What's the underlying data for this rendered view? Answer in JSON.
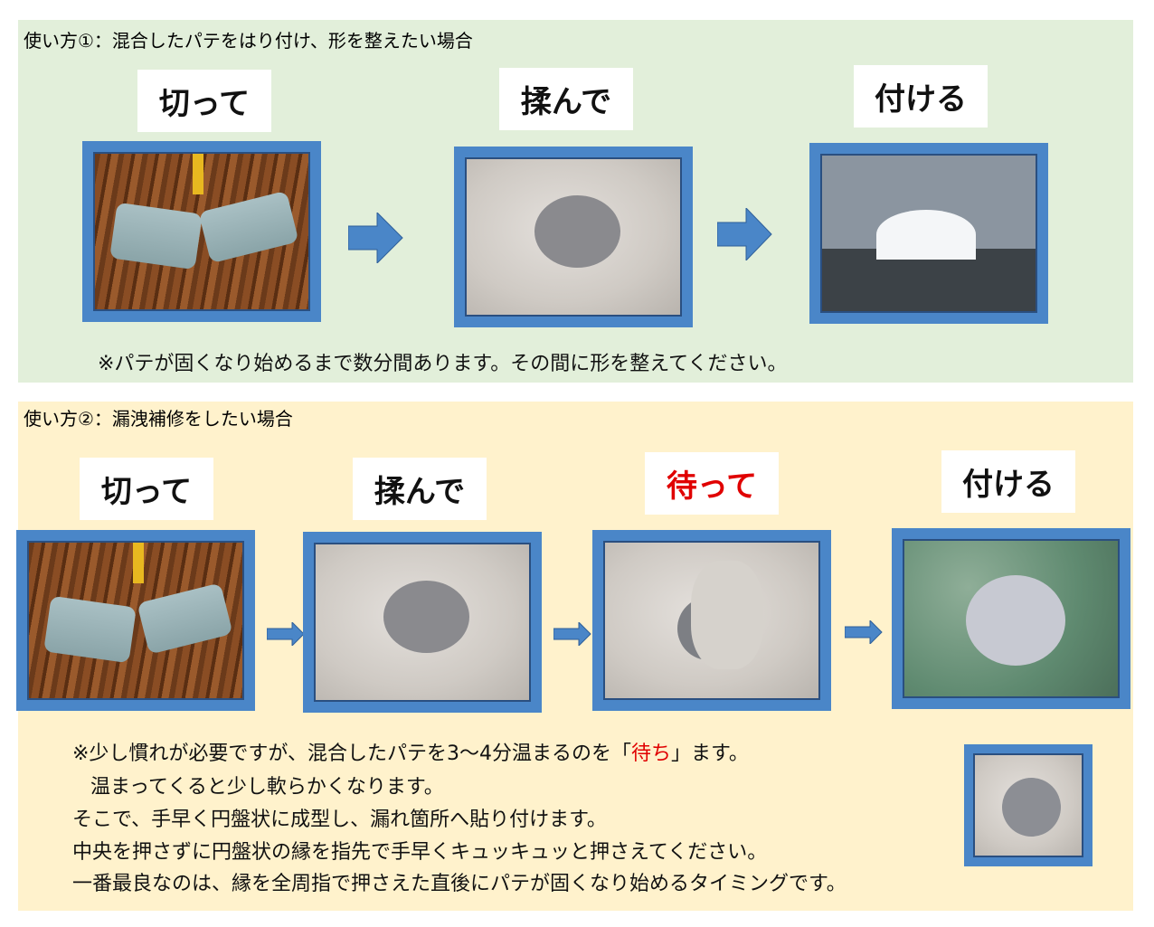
{
  "section1": {
    "title": "使い方①：混合したパテをはり付け、形を整えたい場合",
    "steps": [
      {
        "label": "切って"
      },
      {
        "label": "揉んで"
      },
      {
        "label": "付ける"
      }
    ],
    "note": "※パテが固くなり始めるまで数分間あります。その間に形を整えてください。"
  },
  "section2": {
    "title": "使い方②：漏洩補修をしたい場合",
    "steps": [
      {
        "label": "切って"
      },
      {
        "label": "揉んで"
      },
      {
        "label": "待って"
      },
      {
        "label": "付ける"
      }
    ],
    "notes": {
      "line1_pre": "※少し慣れが必要ですが、混合したパテを3～4分温まるのを「",
      "line1_em": "待ち",
      "line1_post": "」ます。",
      "line2": "温まってくると少し軟らかくなります。",
      "line3": "そこで、手早く円盤状に成型し、漏れ箇所へ貼り付けます。",
      "line4": "中央を押さずに円盤状の縁を指先で手早くキュッキュッと押さえてください。",
      "line5": "一番最良なのは、縁を全周指で押さえた直後にパテが固くなり始めるタイミングです。"
    }
  },
  "colors": {
    "frame": "#4a86c8",
    "panel1": "#e2efda",
    "panel2": "#fff2cc",
    "emphasis": "#e00000"
  }
}
